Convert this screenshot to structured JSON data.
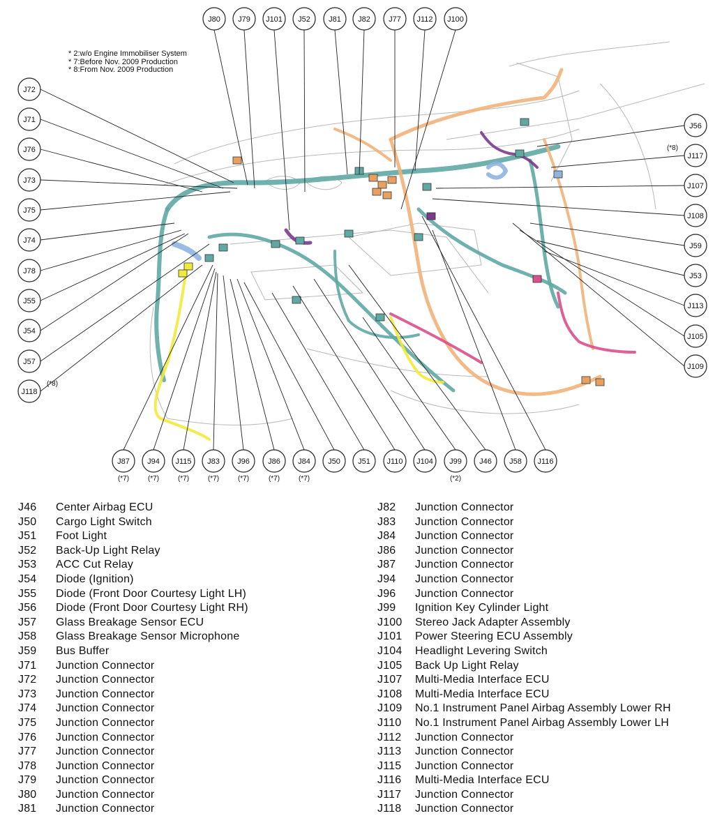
{
  "notes": [
    "* 2:w/o Engine Immobiliser System",
    "* 7:Before Nov. 2009 Production",
    "* 8:From Nov. 2009 Production"
  ],
  "callouts_top": [
    "J80",
    "J79",
    "J101",
    "J52",
    "J81",
    "J82",
    "J77",
    "J112",
    "J100"
  ],
  "callouts_left": [
    "J72",
    "J71",
    "J76",
    "J73",
    "J75",
    "J74",
    "J78",
    "J55",
    "J54",
    "J57",
    "J118"
  ],
  "callouts_right": [
    "J56",
    "J117",
    "J107",
    "J108",
    "J59",
    "J53",
    "J113",
    "J105",
    "J109"
  ],
  "callouts_bottom": [
    "J87",
    "J94",
    "J115",
    "J83",
    "J96",
    "J86",
    "J84",
    "J50",
    "J51",
    "J110",
    "J104",
    "J99",
    "J46",
    "J58",
    "J116"
  ],
  "footnotes": {
    "J117": "(*8)",
    "J118": "(*8)",
    "J87": "(*7)",
    "J94": "(*7)",
    "J115": "(*7)",
    "J83": "(*7)",
    "J96": "(*7)",
    "J86": "(*7)",
    "J84": "(*7)",
    "J99": "(*2)"
  },
  "colors": {
    "teal": "#5fa8a3",
    "orange": "#f2b27a",
    "yellow": "#f2ea3a",
    "pink": "#d9508c",
    "purple": "#7b3a8c",
    "blue": "#8fb4e0",
    "line": "#222222"
  },
  "legend_left": [
    {
      "code": "J46",
      "name": "Center Airbag ECU"
    },
    {
      "code": "J50",
      "name": "Cargo Light Switch"
    },
    {
      "code": "J51",
      "name": "Foot Light"
    },
    {
      "code": "J52",
      "name": "Back-Up Light Relay"
    },
    {
      "code": "J53",
      "name": "ACC Cut Relay"
    },
    {
      "code": "J54",
      "name": "Diode (Ignition)"
    },
    {
      "code": "J55",
      "name": "Diode (Front Door Courtesy Light LH)"
    },
    {
      "code": "J56",
      "name": "Diode (Front Door Courtesy Light RH)"
    },
    {
      "code": "J57",
      "name": "Glass Breakage Sensor ECU"
    },
    {
      "code": "J58",
      "name": "Glass Breakage Sensor Microphone"
    },
    {
      "code": "J59",
      "name": "Bus Buffer"
    },
    {
      "code": "J71",
      "name": "Junction Connector"
    },
    {
      "code": "J72",
      "name": "Junction Connector"
    },
    {
      "code": "J73",
      "name": "Junction Connector"
    },
    {
      "code": "J74",
      "name": "Junction Connector"
    },
    {
      "code": "J75",
      "name": "Junction Connector"
    },
    {
      "code": "J76",
      "name": "Junction Connector"
    },
    {
      "code": "J77",
      "name": "Junction Connector"
    },
    {
      "code": "J78",
      "name": "Junction Connector"
    },
    {
      "code": "J79",
      "name": "Junction Connector"
    },
    {
      "code": "J80",
      "name": "Junction Connector"
    },
    {
      "code": "J81",
      "name": "Junction Connector"
    }
  ],
  "legend_right": [
    {
      "code": "J82",
      "name": "Junction Connector"
    },
    {
      "code": "J83",
      "name": "Junction Connector"
    },
    {
      "code": "J84",
      "name": "Junction Connector"
    },
    {
      "code": "J86",
      "name": "Junction Connector"
    },
    {
      "code": "J87",
      "name": "Junction Connector"
    },
    {
      "code": "J94",
      "name": "Junction Connector"
    },
    {
      "code": "J96",
      "name": "Junction Connector"
    },
    {
      "code": "J99",
      "name": "Ignition Key Cylinder Light"
    },
    {
      "code": "J100",
      "name": "Stereo Jack Adapter Assembly"
    },
    {
      "code": "J101",
      "name": "Power Steering ECU Assembly"
    },
    {
      "code": "J104",
      "name": "Headlight Levering Switch"
    },
    {
      "code": "J105",
      "name": "Back Up Light Relay"
    },
    {
      "code": "J107",
      "name": "Multi-Media Interface ECU"
    },
    {
      "code": "J108",
      "name": "Multi-Media Interface ECU"
    },
    {
      "code": "J109",
      "name": "No.1 Instrument Panel Airbag Assembly Lower RH"
    },
    {
      "code": "J110",
      "name": "No.1 Instrument Panel Airbag Assembly Lower LH"
    },
    {
      "code": "J112",
      "name": "Junction Connector"
    },
    {
      "code": "J113",
      "name": "Junction Connector"
    },
    {
      "code": "J115",
      "name": "Junction Connector"
    },
    {
      "code": "J116",
      "name": "Multi-Media Interface ECU"
    },
    {
      "code": "J117",
      "name": "Junction Connector"
    },
    {
      "code": "J118",
      "name": "Junction Connector"
    }
  ]
}
